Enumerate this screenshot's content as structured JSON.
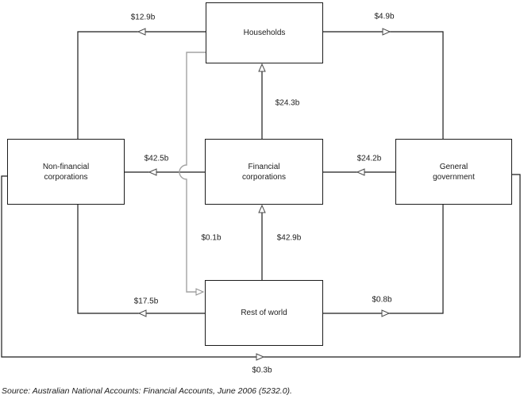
{
  "colors": {
    "line": "#1c1c1c",
    "gray_line": "#a3a3a3",
    "arrow_fill": "#ffffff"
  },
  "nodes": [
    {
      "id": "households",
      "label": "Households"
    },
    {
      "id": "non-financial-corporations",
      "label": "Non-financial corporations"
    },
    {
      "id": "financial-corporations",
      "label": "Financial corporations"
    },
    {
      "id": "general-government",
      "label": "General government"
    },
    {
      "id": "rest-of-world",
      "label": "Rest of world"
    }
  ],
  "flows": [
    {
      "label": "$12.9b",
      "from": "Households",
      "to": "Non-financial corporations"
    },
    {
      "label": "$4.9b",
      "from": "Households",
      "to": "General government"
    },
    {
      "label": "$24.3b",
      "from": "Financial corporations",
      "to": "Households"
    },
    {
      "label": "$42.5b",
      "from": "Financial corporations",
      "to": "Non-financial corporations"
    },
    {
      "label": "$24.2b",
      "from": "General government",
      "to": "Financial corporations"
    },
    {
      "label": "$0.1b",
      "from": "Households",
      "to": "Rest of world"
    },
    {
      "label": "$42.9b",
      "from": "Rest of world",
      "to": "Financial corporations"
    },
    {
      "label": "$17.5b",
      "from": "Rest of world",
      "to": "Non-financial corporations"
    },
    {
      "label": "$0.8b",
      "from": "Rest of world",
      "to": "General government"
    },
    {
      "label": "$0.3b",
      "from": "Non-financial corporations",
      "to": "General government"
    }
  ],
  "source_note": "Source: Australian National Accounts: Financial Accounts, June 2006 (5232.0)."
}
